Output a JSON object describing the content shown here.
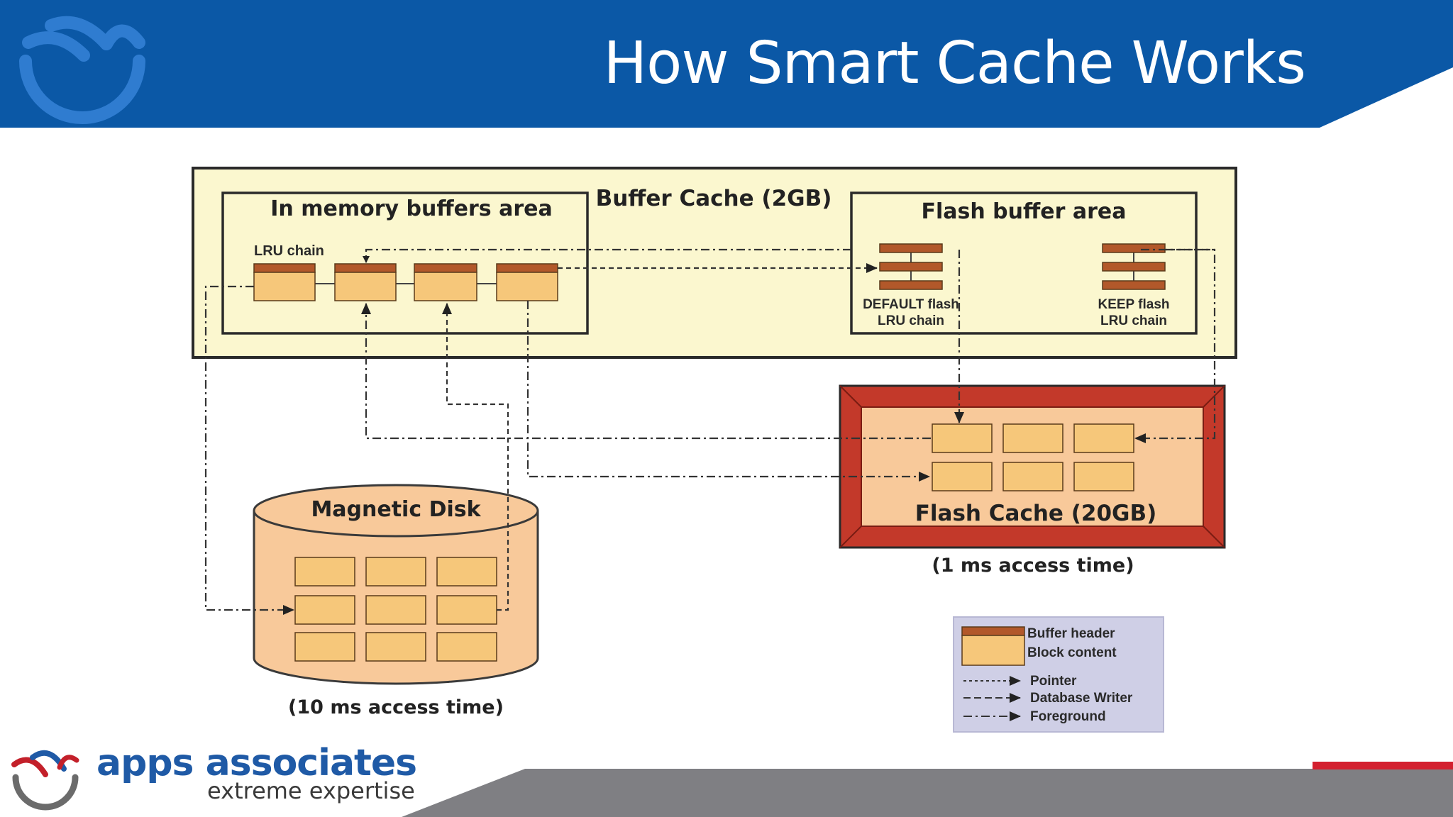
{
  "slide": {
    "title": "How Smart Cache Works",
    "colors": {
      "header": "#0b58a6",
      "footer_gray": "#7f7f83",
      "footer_red": "#d3202f",
      "cache_fill": "#fbf7cf",
      "block": "#f6c77a",
      "block_header": "#b2582a",
      "flash_border": "#c3392a"
    }
  },
  "diagram": {
    "buffer_cache": "Buffer Cache (2GB)",
    "memory_area": "In memory buffers area",
    "lru_chain": "LRU chain",
    "flash_buffer_area": "Flash buffer area",
    "default_flash_line1": "DEFAULT flash",
    "default_flash_line2": "LRU chain",
    "keep_flash_line1": "KEEP flash",
    "keep_flash_line2": "LRU chain",
    "flash_cache": "Flash Cache (20GB)",
    "flash_access": "(1 ms access time)",
    "magnetic_disk": "Magnetic Disk",
    "disk_access": "(10 ms access time)"
  },
  "legend": {
    "buffer_header": "Buffer header",
    "block_content": "Block content",
    "pointer": "Pointer",
    "database_writer": "Database Writer",
    "foreground": "Foreground"
  },
  "brand": {
    "name": "apps associates",
    "tagline": "extreme expertise"
  }
}
